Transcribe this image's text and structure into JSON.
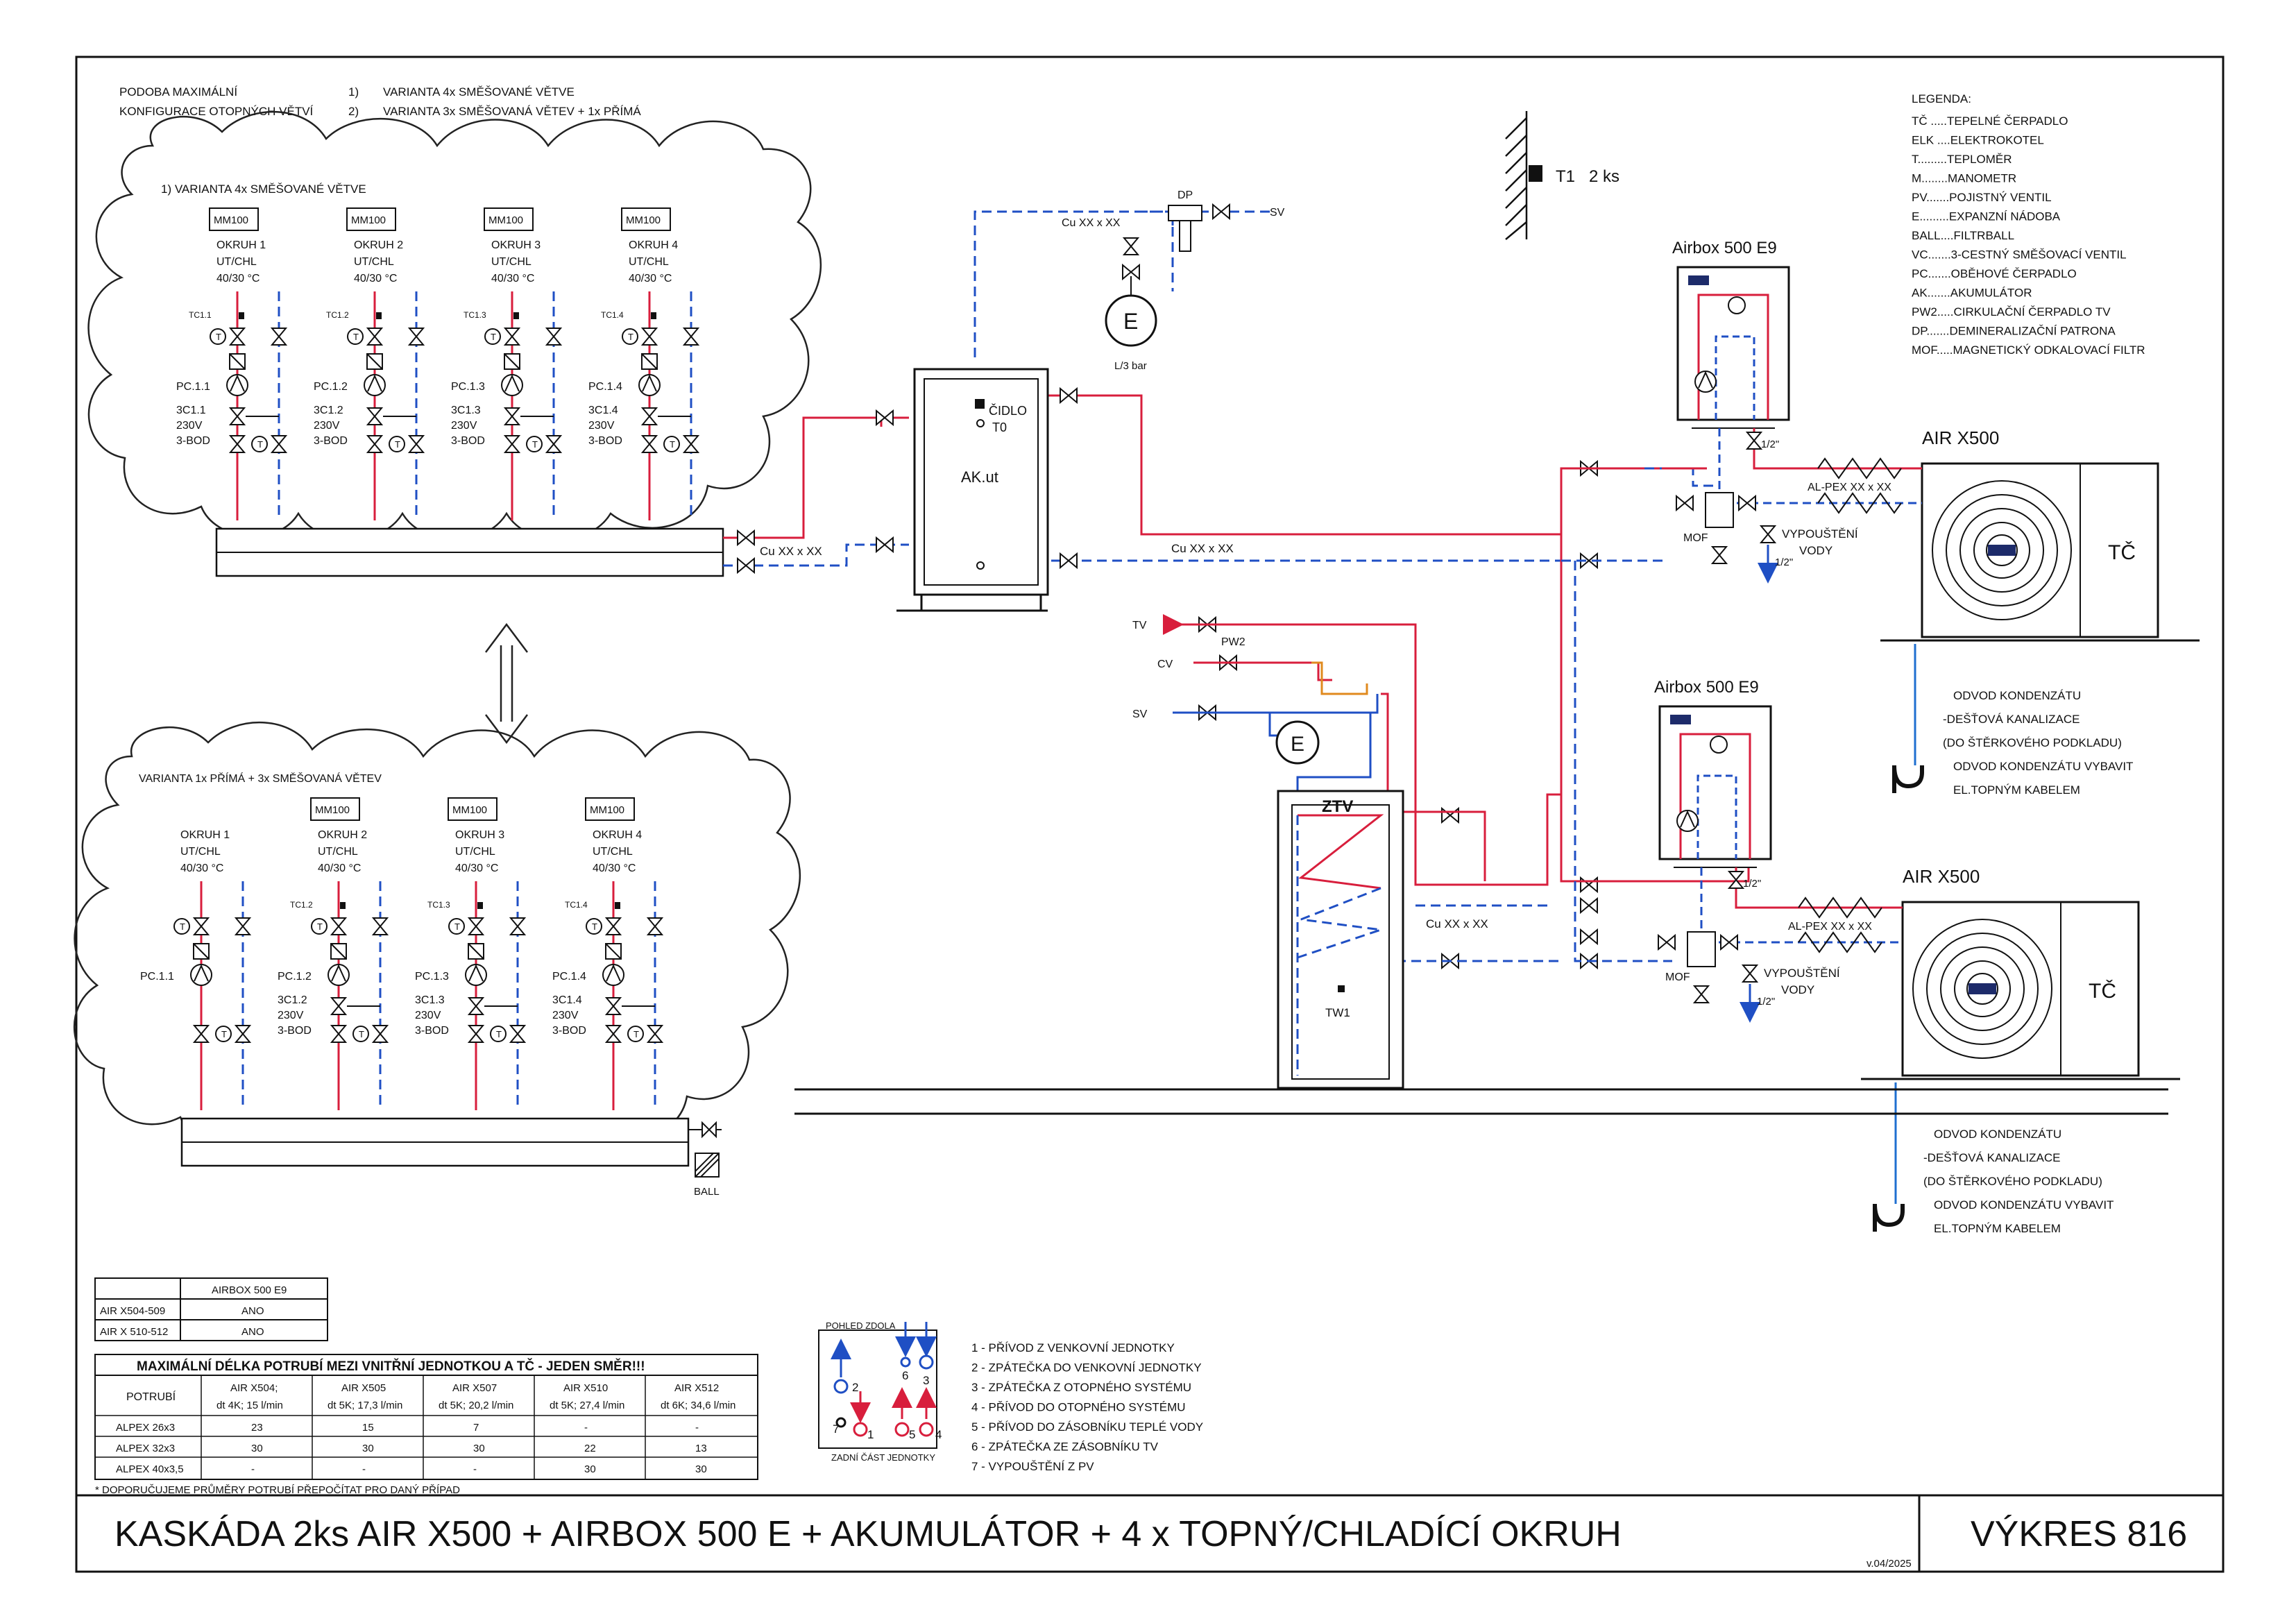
{
  "header": {
    "config_line1": "PODOBA MAXIMÁLNÍ",
    "config_line2": "KONFIGURACE OTOPNÝCH VĚTVÍ",
    "variant1_num": "1)",
    "variant1": "VARIANTA 4x SMĚŠOVANÉ VĚTVE",
    "variant2_num": "2)",
    "variant2": "VARIANTA 3x SMĚŠOVANÁ VĚTEV + 1x PŘÍMÁ"
  },
  "cloud1": {
    "title": "1)      VARIANTA 4x SMĚŠOVANÉ VĚTVE",
    "circuits": [
      {
        "mm": "MM100",
        "name": "OKRUH 1",
        "mode": "UT/CHL",
        "temp": "40/30 °C",
        "tc": "TC1.1",
        "pc": "PC.1.1",
        "v1": "3C1.1",
        "v2": "230V",
        "v3": "3-BOD"
      },
      {
        "mm": "MM100",
        "name": "OKRUH 2",
        "mode": "UT/CHL",
        "temp": "40/30 °C",
        "tc": "TC1.2",
        "pc": "PC.1.2",
        "v1": "3C1.2",
        "v2": "230V",
        "v3": "3-BOD"
      },
      {
        "mm": "MM100",
        "name": "OKRUH 3",
        "mode": "UT/CHL",
        "temp": "40/30 °C",
        "tc": "TC1.3",
        "pc": "PC.1.3",
        "v1": "3C1.3",
        "v2": "230V",
        "v3": "3-BOD"
      },
      {
        "mm": "MM100",
        "name": "OKRUH 4",
        "mode": "UT/CHL",
        "temp": "40/30 °C",
        "tc": "TC1.4",
        "pc": "PC.1.4",
        "v1": "3C1.4",
        "v2": "230V",
        "v3": "3-BOD"
      }
    ],
    "pipe": "Cu XX x XX"
  },
  "cloud2": {
    "title": "VARIANTA 1x PŘÍMÁ + 3x SMĚŠOVANÁ VĚTEV",
    "circuits": [
      {
        "mm": "",
        "name": "OKRUH 1",
        "mode": "UT/CHL",
        "temp": "40/30 °C",
        "tc": "",
        "pc": "PC.1.1",
        "v1": "",
        "v2": "",
        "v3": ""
      },
      {
        "mm": "MM100",
        "name": "OKRUH 2",
        "mode": "UT/CHL",
        "temp": "40/30 °C",
        "tc": "TC1.2",
        "pc": "PC.1.2",
        "v1": "3C1.2",
        "v2": "230V",
        "v3": "3-BOD"
      },
      {
        "mm": "MM100",
        "name": "OKRUH 3",
        "mode": "UT/CHL",
        "temp": "40/30 °C",
        "tc": "TC1.3",
        "pc": "PC.1.3",
        "v1": "3C1.3",
        "v2": "230V",
        "v3": "3-BOD"
      },
      {
        "mm": "MM100",
        "name": "OKRUH 4",
        "mode": "UT/CHL",
        "temp": "40/30 °C",
        "tc": "TC1.4",
        "pc": "PC.1.4",
        "v1": "3C1.4",
        "v2": "230V",
        "v3": "3-BOD"
      }
    ],
    "ball": "BALL"
  },
  "tank": {
    "name": "AK.ut",
    "sensor1": "ČIDLO",
    "sensor2": "T0"
  },
  "expansion": {
    "label": "E",
    "pressure": "L/3 bar",
    "pipe": "Cu XX x XX",
    "dp": "DP",
    "sv": "SV"
  },
  "outdoor_sensor": {
    "label": "T1",
    "count": "2 ks"
  },
  "pipe_main": "Cu XX x XX",
  "pipe_ztv": "Cu XX x XX",
  "legend": {
    "title": "LEGENDA:",
    "items": [
      "TČ .....TEPELNÉ ČERPADLO",
      "ELK ....ELEKTROKOTEL",
      "T.........TEPLOMĚR",
      "M........MANOMETR",
      "PV.......POJISTNÝ VENTIL",
      "E.........EXPANZNÍ NÁDOBA",
      "BALL....FILTRBALL",
      "VC.......3-CESTNÝ SMĚŠOVACÍ VENTIL",
      "PC.......OBĚHOVÉ ČERPADLO",
      "AK.......AKUMULÁTOR",
      "PW2.....CIRKULAČNÍ ČERPADLO TV",
      "DP.......DEMINERALIZAČNÍ PATRONA",
      "MOF.....MAGNETICKÝ ODKALOVACÍ FILTR"
    ]
  },
  "units": [
    {
      "airbox": "Airbox 500 E9",
      "hp": "AIR X500",
      "tc": "TČ",
      "alpex": "AL-PEX XX x XX",
      "half1": "1/2\"",
      "half2": "1/2\"",
      "mof": "MOF",
      "drain1": "VYPOUŠTĚNÍ",
      "drain2": "VODY"
    },
    {
      "airbox": "Airbox 500 E9",
      "hp": "AIR X500",
      "tc": "TČ",
      "alpex": "AL-PEX XX x XX",
      "half1": "1/2\"",
      "half2": "1/2\"",
      "mof": "MOF",
      "drain1": "VYPOUŠTĚNÍ",
      "drain2": "VODY"
    }
  ],
  "condensate": [
    "ODVOD KONDENZÁTU",
    "-DEŠŤOVÁ KANALIZACE",
    "(DO ŠTĚRKOVÉHO PODKLADU)",
    "ODVOD KONDENZÁTU VYBAVIT",
    "EL.TOPNÝM KABELEM"
  ],
  "dhw": {
    "tv": "TV",
    "cv": "CV",
    "sv": "SV",
    "pw2": "PW2",
    "ztv": "ZTV",
    "tw1": "TW1",
    "e": "E"
  },
  "compat_table": {
    "header": "AIRBOX 500 E9",
    "rows": [
      {
        "model": "AIR X504-509",
        "value": "ANO"
      },
      {
        "model": "AIR X 510-512",
        "value": "ANO"
      }
    ]
  },
  "pipe_table": {
    "title": "MAXIMÁLNÍ DÉLKA POTRUBÍ MEZI VNITŘNÍ JEDNOTKOU A TČ - JEDEN SMĚR!!!",
    "col0": "POTRUBÍ",
    "columns": [
      {
        "a": "AIR X504;",
        "b": "dt 4K; 15 l/min"
      },
      {
        "a": "AIR X505",
        "b": "dt 5K; 17,3 l/min"
      },
      {
        "a": "AIR X507",
        "b": "dt 5K; 20,2 l/min"
      },
      {
        "a": "AIR X510",
        "b": "dt 5K; 27,4 l/min"
      },
      {
        "a": "AIR X512",
        "b": "dt 6K; 34,6 l/min"
      }
    ],
    "rows": [
      {
        "name": "ALPEX 26x3",
        "v": [
          "23",
          "15",
          "7",
          "-",
          "-"
        ]
      },
      {
        "name": "ALPEX 32x3",
        "v": [
          "30",
          "30",
          "30",
          "22",
          "13"
        ]
      },
      {
        "name": "ALPEX 40x3,5",
        "v": [
          "-",
          "-",
          "-",
          "30",
          "30"
        ]
      }
    ],
    "note": "* DOPORUČUJEME PRŮMĚRY POTRUBÍ PŘEPOČÍTAT PRO DANÝ PŘÍPAD"
  },
  "connections": {
    "top_label": "POHLED ZDOLA",
    "bottom_label": "ZADNÍ ČÁST JEDNOTKY",
    "nums": [
      "2",
      "6",
      "3",
      "7",
      "1",
      "5",
      "4"
    ],
    "items": [
      "1 - PŘÍVOD Z VENKOVNÍ JEDNOTKY",
      "2 - ZPÁTEČKA DO VENKOVNÍ JEDNOTKY",
      "3 - ZPÁTEČKA Z OTOPNÉHO SYSTÉMU",
      "4 - PŘÍVOD DO OTOPNÉHO SYSTÉMU",
      "5 - PŘÍVOD DO ZÁSOBNÍKU TEPLÉ VODY",
      "6 - ZPÁTEČKA ZE ZÁSOBNÍKU TV",
      "7 - VYPOUŠTĚNÍ Z PV"
    ]
  },
  "footer": {
    "title": "KASKÁDA 2ks AIR X500 + AIRBOX 500 E + AKUMULÁTOR + 4 x TOPNÝ/CHLADÍCÍ OKRUH",
    "drawing": "VÝKRES 816",
    "version": "v.04/2025"
  },
  "colors": {
    "supply": "#d81e3c",
    "return": "#1f4fc4",
    "line": "#111111",
    "dhw_pipe": "#e08a1e"
  }
}
